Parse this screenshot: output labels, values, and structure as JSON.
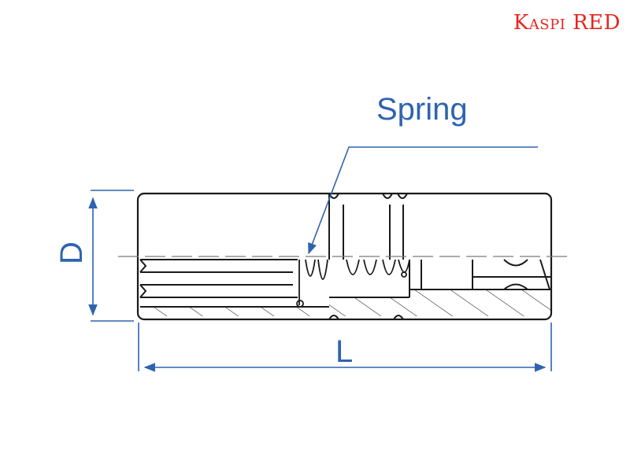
{
  "brand": {
    "text": "Kaspi RED",
    "color": "#e8251e"
  },
  "labels": {
    "spring": "Spring",
    "diameter": "D",
    "length": "L"
  },
  "colors": {
    "annotation": "#2f63b0",
    "outline": "#1a1a1a",
    "centerline": "#7a7a7a"
  }
}
